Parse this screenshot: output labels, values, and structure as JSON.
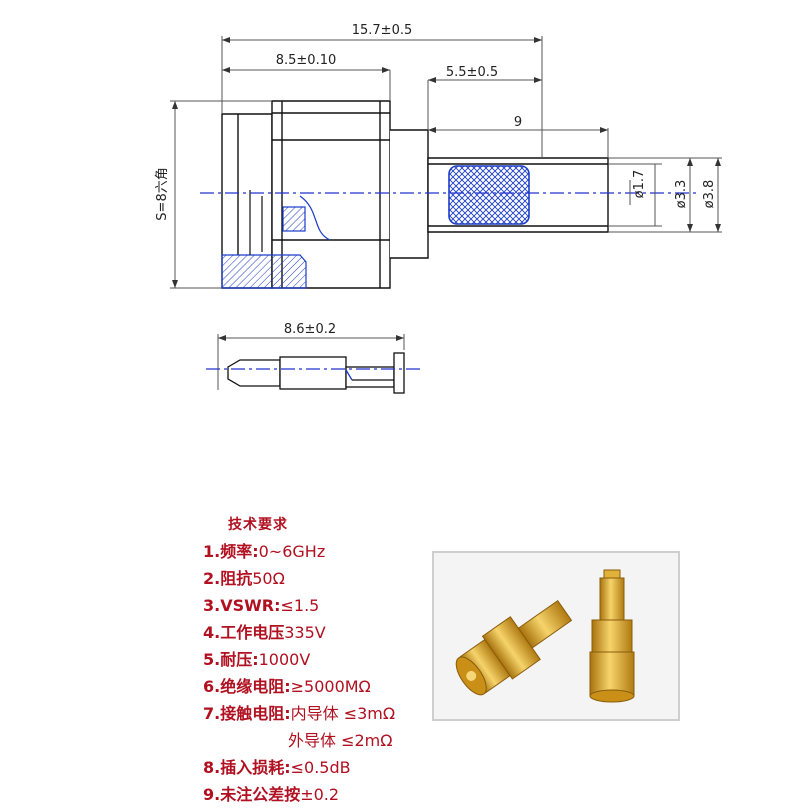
{
  "dimensions": {
    "overall_length": "15.7±0.5",
    "hex_length": "8.5±0.10",
    "ferrule_length": "5.5±0.5",
    "ferrule_section": "9",
    "hex_size": "S=8六角",
    "diameter_inner": "ø1.7",
    "diameter_mid": "ø3.3",
    "diameter_outer": "ø3.8",
    "pin_length": "8.6±0.2"
  },
  "specs": {
    "title": "技术要求",
    "items": [
      {
        "label": "1.频率:",
        "value": "0~6GHz"
      },
      {
        "label": "2.阻抗",
        "value": "50Ω"
      },
      {
        "label": "3.VSWR:",
        "value": "≤1.5"
      },
      {
        "label": "4.工作电压",
        "value": "335V"
      },
      {
        "label": "5.耐压:",
        "value": "1000V"
      },
      {
        "label": "6.绝缘电阻:",
        "value": "≥5000MΩ"
      },
      {
        "label": "7.接触电阻:",
        "value": "内导体 ≤3mΩ"
      },
      {
        "label": "",
        "value": "外导体 ≤2mΩ"
      },
      {
        "label": "8.插入损耗:",
        "value": "≤0.5dB"
      },
      {
        "label": "9.未注公差按",
        "value": "±0.2"
      }
    ]
  },
  "colors": {
    "text_accent": "#b01020",
    "hatch_blue": "#1a3cc8",
    "gold": "#d9a21b"
  }
}
